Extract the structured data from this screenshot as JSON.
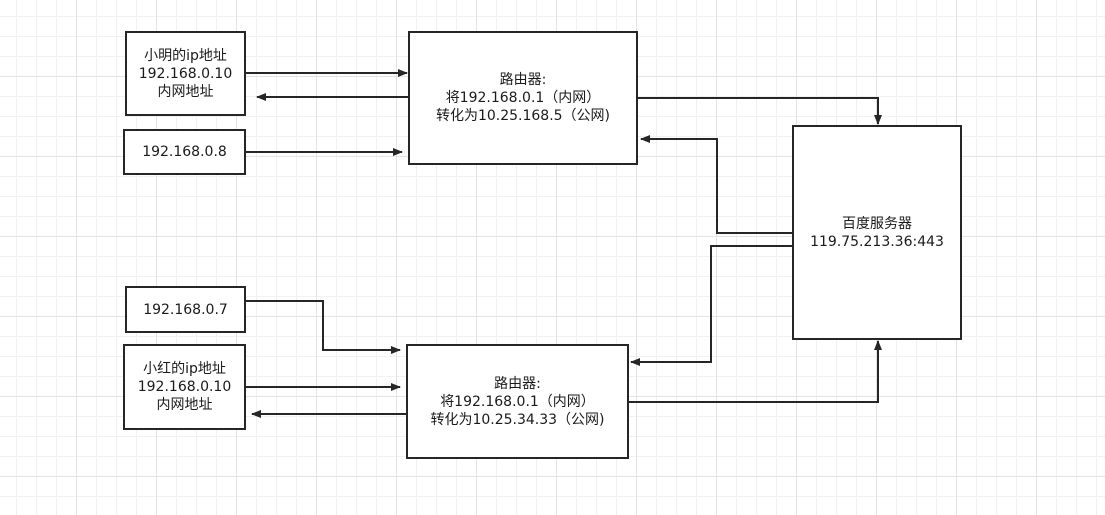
{
  "xiaoming": {
    "line1": "小明的ip地址",
    "line2": "192.168.0.10",
    "line3": "内网地址"
  },
  "host_a": {
    "label": "192.168.0.8"
  },
  "router_top": {
    "line1": "路由器:",
    "line2": "将192.168.0.1（内网）",
    "line3": "转化为10.25.168.5（公网)"
  },
  "server": {
    "line1": "百度服务器",
    "line2": "119.75.213.36:443"
  },
  "host_b": {
    "label": "192.168.0.7"
  },
  "xiaohong": {
    "line1": "小红的ip地址",
    "line2": "192.168.0.10",
    "line3": "内网地址"
  },
  "router_bottom": {
    "line1": "路由器:",
    "line2": "将192.168.0.1（内网）",
    "line3": "转化为10.25.34.33（公网)"
  },
  "colors": {
    "stroke": "#262626",
    "grid_major": "#e3e3e3",
    "grid_minor": "#f1f1f1",
    "background": "#ffffff"
  }
}
